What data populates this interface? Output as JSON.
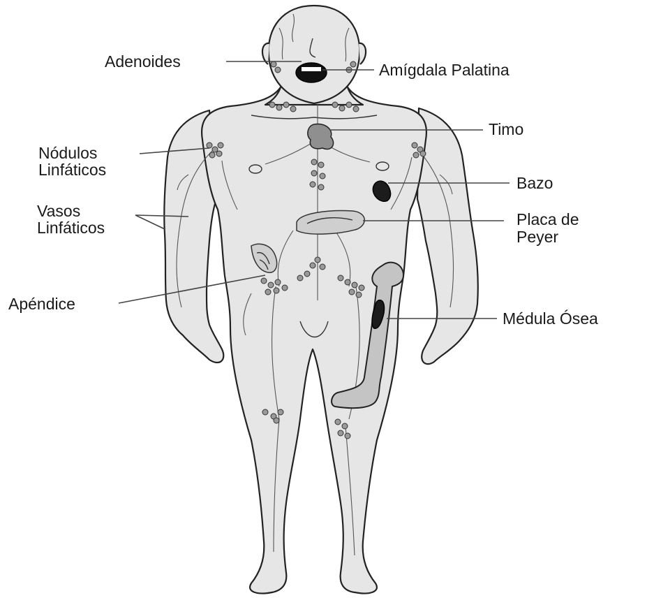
{
  "labels": {
    "adenoides": "Adenoides",
    "amigdala": "Amígdala Palatina",
    "timo": "Timo",
    "nodulos_line1": "Nódulos",
    "nodulos_line2": "Linfáticos",
    "bazo": "Bazo",
    "vasos_line1": "Vasos",
    "vasos_line2": "Linfáticos",
    "placa_line1": "Placa de",
    "placa_line2": "Peyer",
    "apendice": "Apéndice",
    "medula": "Médula Ósea"
  },
  "colors": {
    "skin": "#e6e6e6",
    "outline": "#222222",
    "organ_dark": "#1c1c1c",
    "organ_mid": "#8f8f8f",
    "bone": "#c4c4c4"
  }
}
